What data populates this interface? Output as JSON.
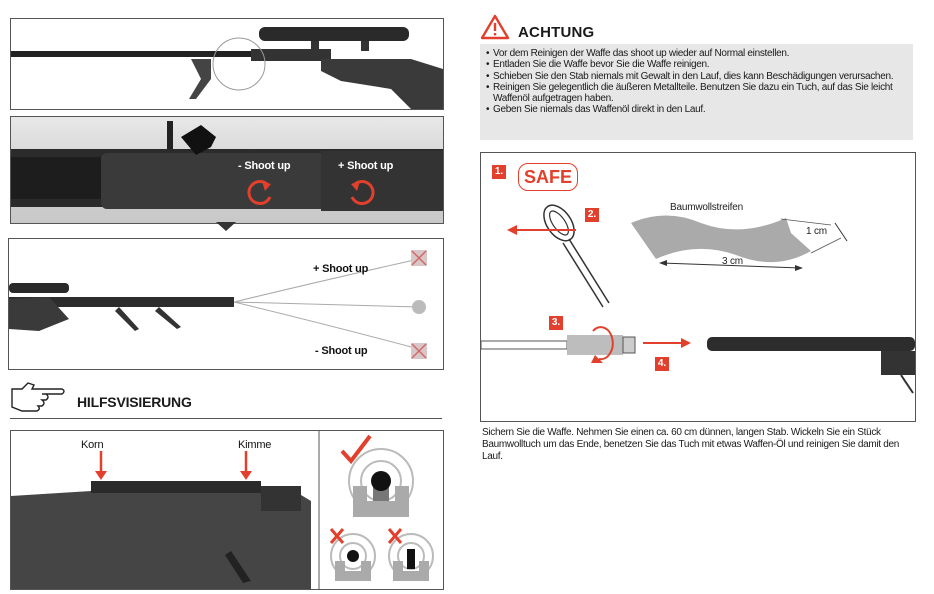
{
  "warning": {
    "title": "ACHTUNG",
    "items": [
      "Vor dem Reinigen der Waffe das shoot up wieder auf Normal einstellen.",
      "Entladen Sie die Waffe bevor Sie die Waffe reinigen.",
      "Schieben Sie den Stab niemals mit Gewalt in den Lauf, dies kann Beschädigungen verursachen.",
      "Reinigen Sie gelegentlich die äußeren Metallteile. Benutzen Sie dazu ein Tuch, auf das Sie leicht Waffenöl aufgetragen haben.",
      "Geben Sie niemals das Waffenöl direkt in den Lauf."
    ]
  },
  "shootup": {
    "minus_label": "- Shoot up",
    "plus_label": "+ Shoot up"
  },
  "trajectory": {
    "plus_label": "+ Shoot up",
    "minus_label": "- Shoot up"
  },
  "hilfsvisierung": {
    "title": "HILFSVISIERUNG",
    "korn": "Korn",
    "kimme": "Kimme"
  },
  "cleaning": {
    "safe": "SAFE",
    "steps": [
      "1.",
      "2.",
      "3.",
      "4."
    ],
    "baumwollstreifen": "Baumwollstreifen",
    "width": "1 cm",
    "length": "3 cm",
    "instructions": "Sichern Sie die Waffe. Nehmen Sie einen ca. 60 cm dünnen, langen Stab. Wickeln Sie ein Stück Baumwolltuch um das Ende, benetzen Sie das Tuch mit etwas Waffen-Öl und reinigen Sie damit den Lauf."
  },
  "colors": {
    "accent": "#e2402c",
    "warning_bg": "#e7e7e7",
    "frame": "#555555"
  },
  "icons": [
    "warning-triangle-icon",
    "pointing-hand-icon",
    "check-mark-icon",
    "cross-mark-icon",
    "rotate-left-icon",
    "rotate-right-icon"
  ]
}
